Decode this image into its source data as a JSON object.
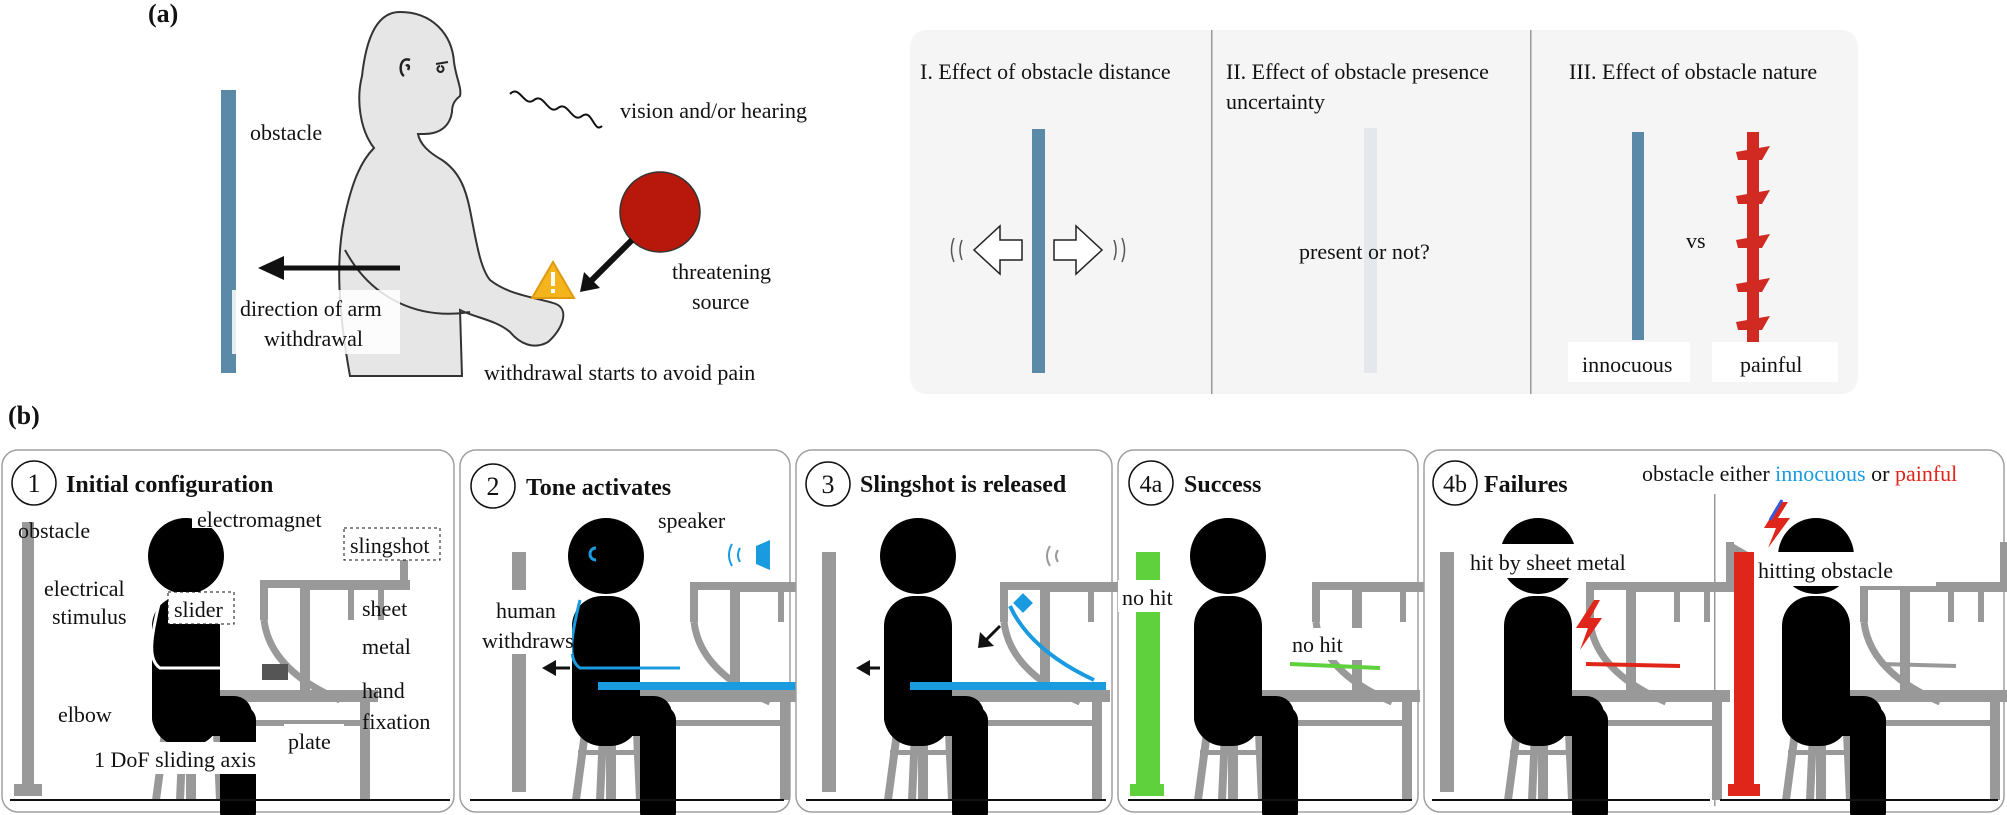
{
  "colors": {
    "obstacle_blue": "#5a8aa8",
    "threat_red": "#b8180c",
    "warning_yellow": "#f3b51b",
    "tone_blue": "#1a9be0",
    "success_green": "#5ed13c",
    "painful_red": "#e0261a",
    "furniture_gray": "#999999",
    "panel_bg": "#f5f5f5"
  },
  "panel_a": {
    "label": "(a)",
    "obstacle": "obstacle",
    "vision_hearing": "vision and/or hearing",
    "threatening_source": [
      "threatening",
      "source"
    ],
    "direction": [
      "direction of arm",
      "withdrawal"
    ],
    "withdrawal_starts": "withdrawal starts to avoid pain",
    "effects": {
      "distance_title": "I. Effect of obstacle distance",
      "presence_title": [
        "II. Effect of obstacle presence",
        "uncertainty"
      ],
      "presence_question": "present or not?",
      "nature_title": "III. Effect of obstacle nature",
      "vs": "vs",
      "innocuous": "innocuous",
      "painful": "painful"
    }
  },
  "panel_b": {
    "label": "(b)",
    "step1": {
      "number": "1",
      "title": "Initial configuration",
      "labels": {
        "obstacle": "obstacle",
        "electromagnet": "electromagnet",
        "slingshot": "slingshot",
        "electrical_stimulus": [
          "electrical",
          "stimulus"
        ],
        "slider": "slider",
        "sheet_metal": [
          "sheet",
          "metal"
        ],
        "hand_fixation": [
          "hand",
          "fixation"
        ],
        "elbow": "elbow",
        "plate": "plate",
        "sliding_axis": "1 DoF sliding axis"
      }
    },
    "step2": {
      "number": "2",
      "title": "Tone activates",
      "speaker": "speaker",
      "human_withdraws": [
        "human",
        "withdraws"
      ]
    },
    "step3": {
      "number": "3",
      "title": "Slingshot is released"
    },
    "step4a": {
      "number": "4a",
      "title": "Success",
      "no_hit_obstacle": "no hit",
      "no_hit_metal": "no hit"
    },
    "step4b": {
      "number": "4b",
      "title": "Failures",
      "legend_prefix": "obstacle either ",
      "legend_innocuous": "innocuous",
      "legend_or": " or ",
      "legend_painful": "painful",
      "hit_by_metal": "hit by sheet metal",
      "hitting_obstacle": "hitting obstacle"
    }
  }
}
